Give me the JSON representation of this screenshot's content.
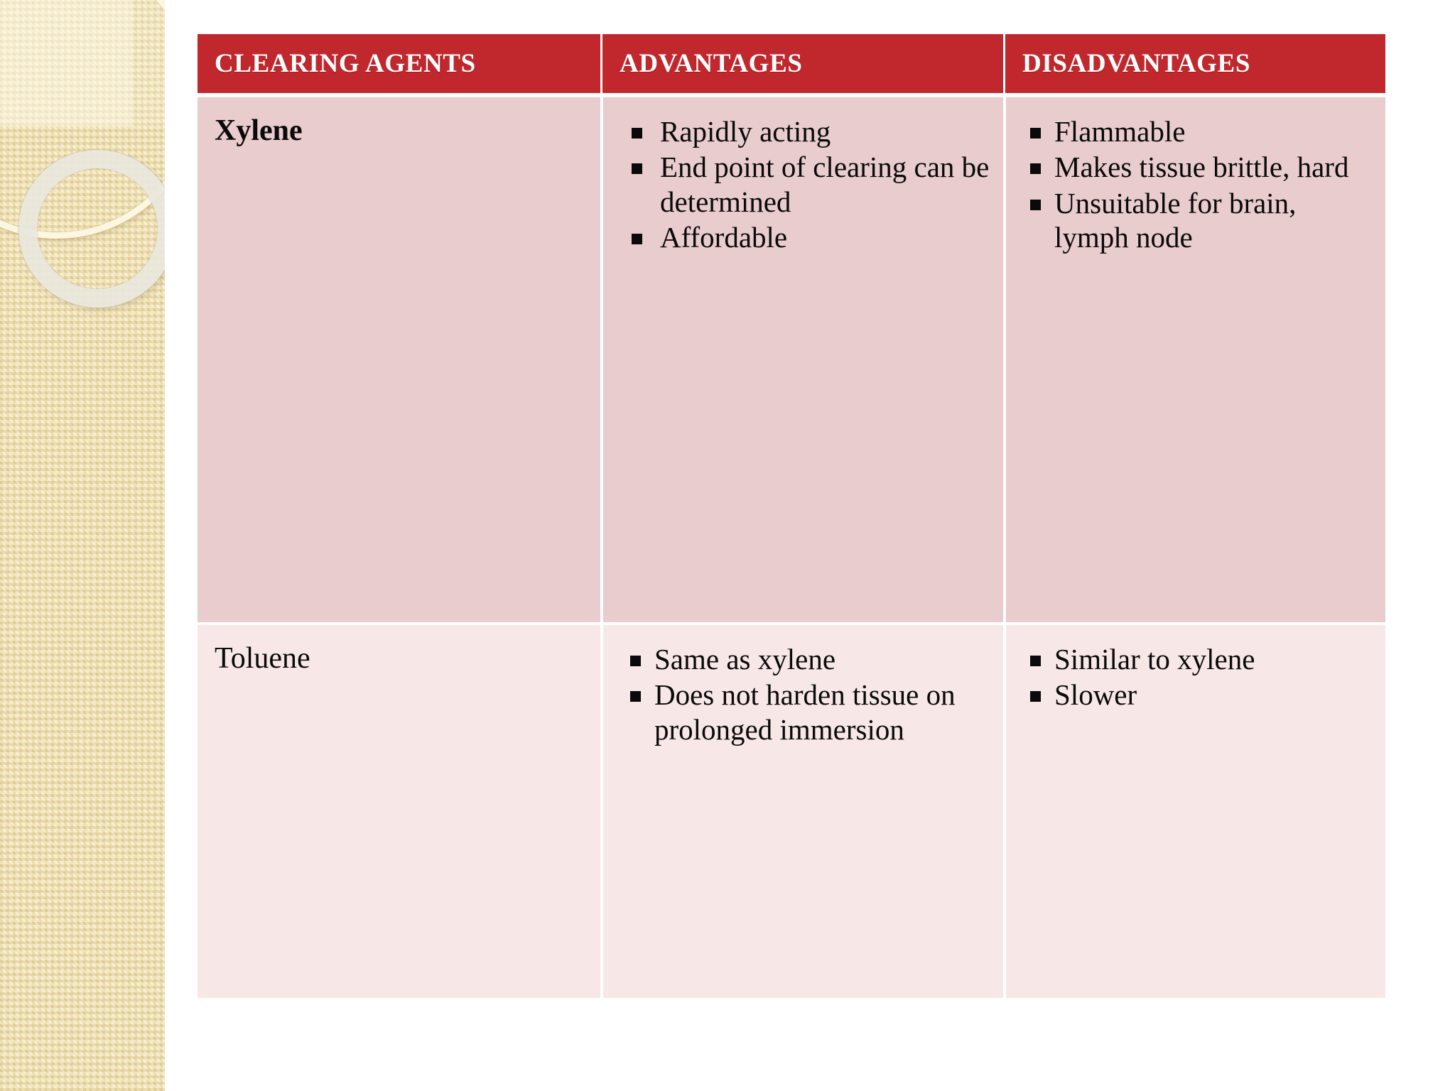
{
  "slide": {
    "background_color": "#ffffff",
    "accent_red": "#c0282d",
    "accent_blue": "#1f77c4",
    "row1_bg": "#e9cccd",
    "row2_bg": "#f7e8e7",
    "sidebar_bg": "#f0e2b7"
  },
  "table": {
    "headers": [
      "CLEARING AGENTS",
      "ADVANTAGES",
      "DISADVANTAGES"
    ],
    "rows": [
      {
        "agent": "Xylene",
        "agent_bold": true,
        "advantages": [
          {
            "text": "Rapidly acting",
            "highlight": false
          },
          {
            "text": "End point of clearing can be determined",
            "highlight": false
          },
          {
            "text": "Affordable",
            "highlight": false
          }
        ],
        "disadvantages": [
          {
            "text": "Flammable",
            "highlight": false
          },
          {
            "text": "Makes tissue brittle, hard",
            "highlight": false
          },
          {
            "text": "Unsuitable for brain, lymph node",
            "highlight": true
          }
        ]
      },
      {
        "agent": "Toluene",
        "agent_bold": false,
        "advantages": [
          {
            "text": "Same as xylene",
            "highlight": false
          },
          {
            "text": "Does not harden tissue on prolonged immersion",
            "highlight": false
          }
        ],
        "disadvantages": [
          {
            "text": "Similar to xylene",
            "highlight": false
          },
          {
            "text": "Slower",
            "highlight": false
          }
        ]
      }
    ]
  },
  "decoration": {
    "sidebar_label": "decorative-side-band",
    "shapes": [
      "thin-cream-ring",
      "thick-grey-ring",
      "woven-checker-texture"
    ]
  }
}
